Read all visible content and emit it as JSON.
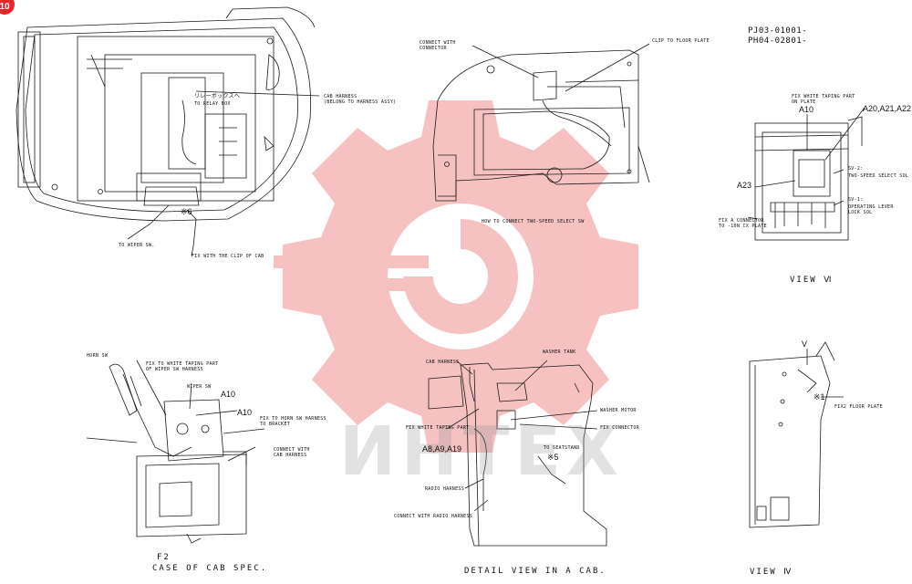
{
  "page_badge": "10",
  "part_numbers": [
    "PJ03-01001-",
    "PH04-02801-"
  ],
  "watermark": "ИНТЕХ",
  "colors": {
    "line": "#1a1a1a",
    "watermark_red": "#f2a0a0",
    "badge_red": "#e8262c"
  },
  "top_left": {
    "relay_box_jp": "リレーボックスへ",
    "relay_box": "TO RELAY BOX",
    "cab_harness": "CAB HARNESS",
    "cab_harness_note": "(BELONG TO HARNESS ASSY)",
    "to_wiper": "TO WIPER SW.",
    "fix_clip": "FIX WITH THE CLIP OF CAB",
    "mark": "※6"
  },
  "top_center": {
    "connect_with": "CONNECT WITH",
    "connector": "CONNECTOR",
    "clip_floor": "CLIP TO FLOOR PLATE",
    "how_to": "HOW TO CONNECT TWO-SPEED SELECT SW"
  },
  "view6": {
    "fix_white_1": "FIX WHITE TAPING PART",
    "fix_white_2": "ON PLATE",
    "a10": "A10",
    "a20": "A20,A21,A22",
    "a23": "A23",
    "sv2": "SV-2:",
    "sv2_desc": "TWO-SPEED SELECT SOL",
    "sv1": "SV-1:",
    "sv1_desc_1": "OPERATING LEVER",
    "sv1_desc_2": "LOCK SOL",
    "fix_connector_1": "FIX A CONNECTOR",
    "fix_connector_2": "TO -10N CX PLATE",
    "caption": "VIEW Ⅵ"
  },
  "bottom_left": {
    "horn_sw": "HORN SW",
    "fix_white_1": "FIX TO WHITE TAPING PART",
    "fix_white_2": "OF WIPER SW HARNESS",
    "wiper_sw": "WIPER SW",
    "a10_a": "A10",
    "a10_b": "A10",
    "fix_horn_1": "FIX TO HORN SW HARNESS",
    "fix_horn_2": "TO BRACKET",
    "connect_cab_1": "CONNECT WITH",
    "connect_cab_2": "CAB HARNESS",
    "f2": "F2",
    "caption": "CASE OF CAB SPEC."
  },
  "bottom_center": {
    "cab_harness": "CAB HARNESS",
    "washer_tank": "WASHER TANK",
    "washer_motor": "WASHER MOTOR",
    "fix_white": "FIX WHITE TAPING PART",
    "fix_connector": "FIX CONNECTOR",
    "a8": "A8,A9,A19",
    "to_seatstand": "TO SEATSTAND",
    "mark": "※5",
    "radio_harness": "RADIO HARNESS",
    "connect_radio": "CONNECT WITH RADIO HARNESS",
    "caption": "DETAIL VIEW IN A CAB."
  },
  "view4": {
    "v": "V",
    "mark": "※1",
    "fix_floor": "FIX2 FLOOR PLATE",
    "caption": "VIEW Ⅳ"
  }
}
